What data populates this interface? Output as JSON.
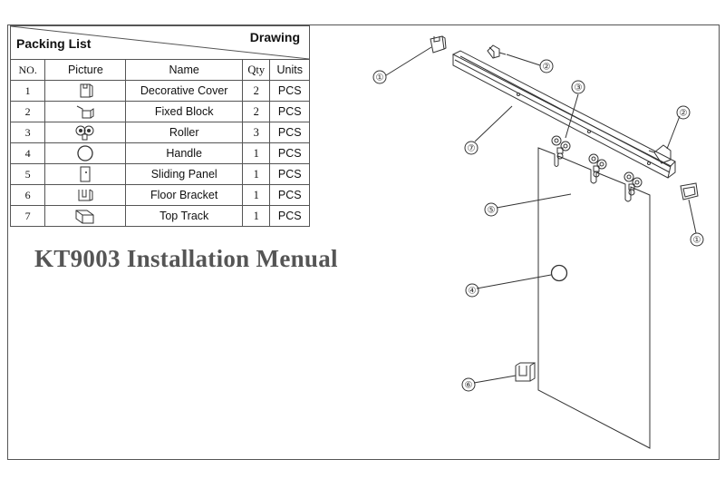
{
  "table": {
    "title_left": "Packing List",
    "title_right": "Drawing",
    "headers": {
      "no": "NO.",
      "picture": "Picture",
      "name": "Name",
      "qty": "Qty",
      "units": "Units"
    },
    "rows": [
      {
        "no": "1",
        "icon": "decorative-cover-icon",
        "name": "Decorative Cover",
        "qty": "2",
        "units": "PCS"
      },
      {
        "no": "2",
        "icon": "fixed-block-icon",
        "name": "Fixed Block",
        "qty": "2",
        "units": "PCS"
      },
      {
        "no": "3",
        "icon": "roller-icon",
        "name": "Roller",
        "qty": "3",
        "units": "PCS"
      },
      {
        "no": "4",
        "icon": "handle-icon",
        "name": "Handle",
        "qty": "1",
        "units": "PCS"
      },
      {
        "no": "5",
        "icon": "sliding-panel-icon",
        "name": "Sliding Panel",
        "qty": "1",
        "units": "PCS"
      },
      {
        "no": "6",
        "icon": "floor-bracket-icon",
        "name": "Floor Bracket",
        "qty": "1",
        "units": "PCS"
      },
      {
        "no": "7",
        "icon": "top-track-icon",
        "name": "Top Track",
        "qty": "1",
        "units": "PCS"
      }
    ]
  },
  "title": "KT9003 Installation Menual",
  "callouts": [
    "①",
    "②",
    "③",
    "②",
    "⑦",
    "⑤",
    "①",
    "④",
    "⑥"
  ]
}
